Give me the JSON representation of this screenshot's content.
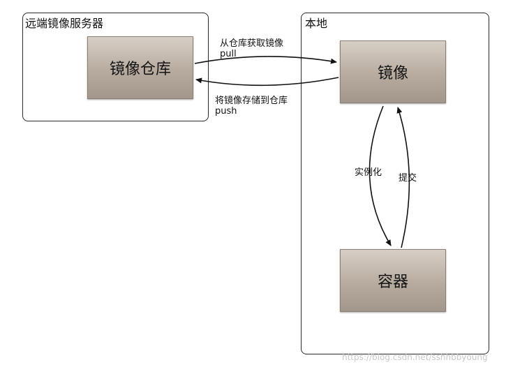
{
  "remote_group": {
    "title": "远端镜像服务器"
  },
  "local_group": {
    "title": "本地"
  },
  "nodes": {
    "registry": "镜像仓库",
    "image": "镜像",
    "container": "容器"
  },
  "edges": {
    "pull_label_cn": "从仓库获取镜像",
    "pull_label_en": "pull",
    "push_label_cn": "将镜像存储到仓库",
    "push_label_en": "push",
    "instantiate_label": "实例化",
    "commit_label": "提交"
  },
  "watermark": "https://blog.csdn.net/sshhbbyoung"
}
